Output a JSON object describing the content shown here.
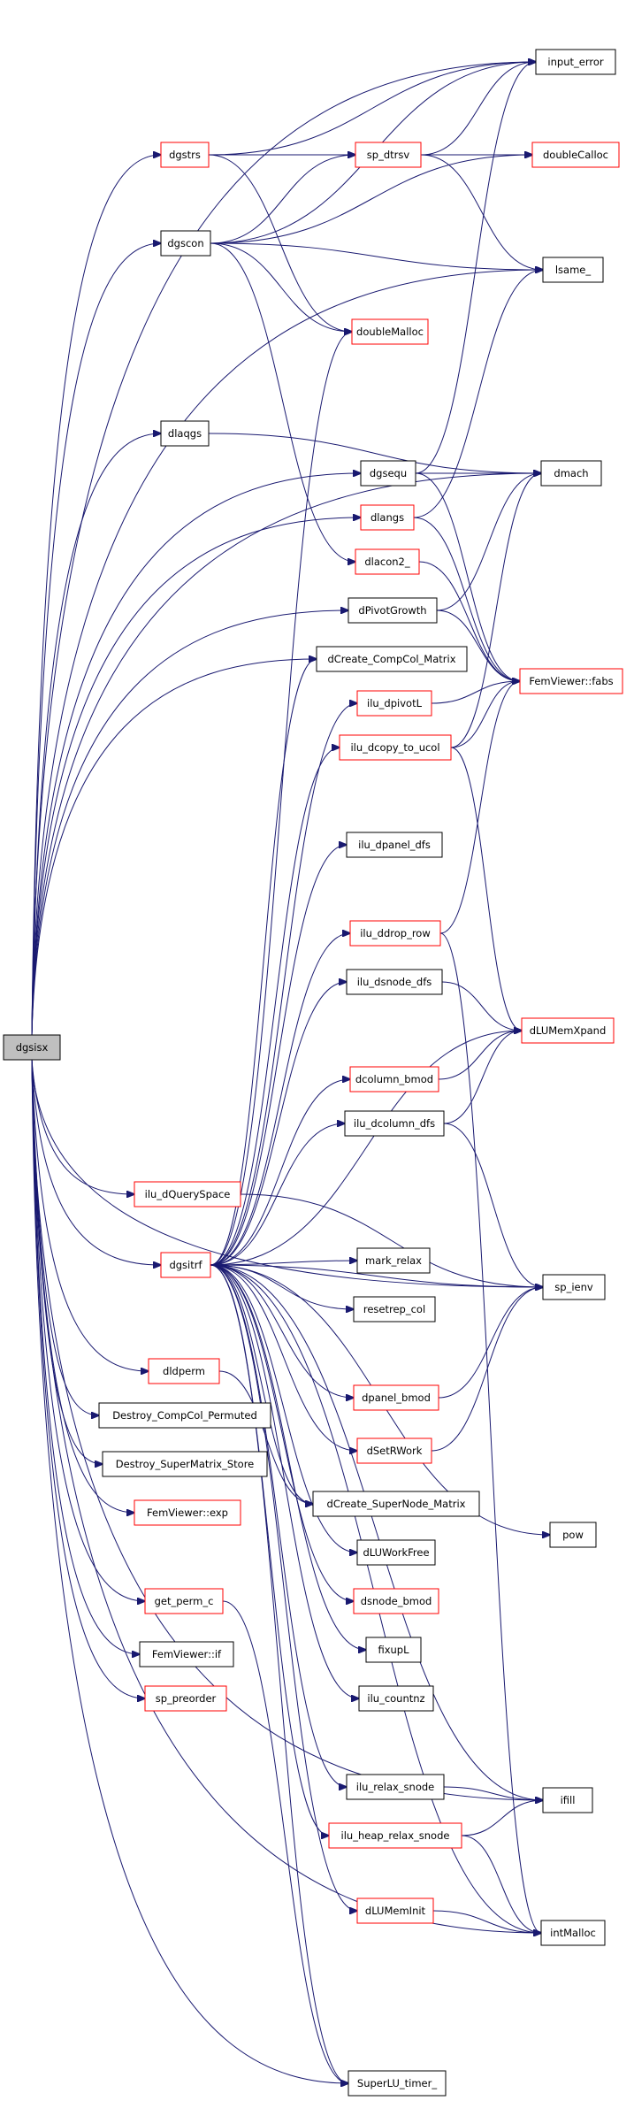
{
  "colors": {
    "edge": "#191970",
    "root_fill": "#bfbfbf",
    "node_fill": "#ffffff",
    "documented_border": "#000000",
    "linked_border": "#ff0000"
  },
  "nodes": [
    {
      "id": "dgsisx",
      "label": "dgsisx",
      "style": "root"
    },
    {
      "id": "input_error",
      "label": "input_error",
      "style": "black"
    },
    {
      "id": "dgstrs",
      "label": "dgstrs",
      "style": "red"
    },
    {
      "id": "sp_dtrsv",
      "label": "sp_dtrsv",
      "style": "red"
    },
    {
      "id": "doubleCalloc",
      "label": "doubleCalloc",
      "style": "red"
    },
    {
      "id": "dgscon",
      "label": "dgscon",
      "style": "black"
    },
    {
      "id": "lsame_",
      "label": "lsame_",
      "style": "black"
    },
    {
      "id": "doubleMalloc",
      "label": "doubleMalloc",
      "style": "red"
    },
    {
      "id": "dlaqgs",
      "label": "dlaqgs",
      "style": "black"
    },
    {
      "id": "dmach",
      "label": "dmach",
      "style": "black"
    },
    {
      "id": "dgsequ",
      "label": "dgsequ",
      "style": "black"
    },
    {
      "id": "dlangs",
      "label": "dlangs",
      "style": "red"
    },
    {
      "id": "dlacon2_",
      "label": "dlacon2_",
      "style": "red"
    },
    {
      "id": "dPivotGrowth",
      "label": "dPivotGrowth",
      "style": "black"
    },
    {
      "id": "FemViewer_fabs",
      "label": "FemViewer::fabs",
      "style": "red"
    },
    {
      "id": "dCreate_CompCol_Matrix",
      "label": "dCreate_CompCol_Matrix",
      "style": "black"
    },
    {
      "id": "ilu_dpivotL",
      "label": "ilu_dpivotL",
      "style": "red"
    },
    {
      "id": "ilu_dcopy_to_ucol",
      "label": "ilu_dcopy_to_ucol",
      "style": "red"
    },
    {
      "id": "ilu_dpanel_dfs",
      "label": "ilu_dpanel_dfs",
      "style": "black"
    },
    {
      "id": "ilu_ddrop_row",
      "label": "ilu_ddrop_row",
      "style": "red"
    },
    {
      "id": "ilu_dsnode_dfs",
      "label": "ilu_dsnode_dfs",
      "style": "black"
    },
    {
      "id": "dLUMemXpand",
      "label": "dLUMemXpand",
      "style": "red"
    },
    {
      "id": "dcolumn_bmod",
      "label": "dcolumn_bmod",
      "style": "red"
    },
    {
      "id": "ilu_dcolumn_dfs",
      "label": "ilu_dcolumn_dfs",
      "style": "black"
    },
    {
      "id": "ilu_dQuerySpace",
      "label": "ilu_dQuerySpace",
      "style": "red"
    },
    {
      "id": "dgsitrf",
      "label": "dgsitrf",
      "style": "red"
    },
    {
      "id": "mark_relax",
      "label": "mark_relax",
      "style": "black"
    },
    {
      "id": "sp_ienv",
      "label": "sp_ienv",
      "style": "black"
    },
    {
      "id": "resetrep_col",
      "label": "resetrep_col",
      "style": "black"
    },
    {
      "id": "dldperm",
      "label": "dldperm",
      "style": "red"
    },
    {
      "id": "dpanel_bmod",
      "label": "dpanel_bmod",
      "style": "red"
    },
    {
      "id": "Destroy_CompCol_Permuted",
      "label": "Destroy_CompCol_Permuted",
      "style": "black"
    },
    {
      "id": "dSetRWork",
      "label": "dSetRWork",
      "style": "red"
    },
    {
      "id": "Destroy_SuperMatrix_Store",
      "label": "Destroy_SuperMatrix_Store",
      "style": "black"
    },
    {
      "id": "dCreate_SuperNode_Matrix",
      "label": "dCreate_SuperNode_Matrix",
      "style": "black"
    },
    {
      "id": "FemViewer_exp",
      "label": "FemViewer::exp",
      "style": "red"
    },
    {
      "id": "pow",
      "label": "pow",
      "style": "black"
    },
    {
      "id": "dLUWorkFree",
      "label": "dLUWorkFree",
      "style": "black"
    },
    {
      "id": "dsnode_bmod",
      "label": "dsnode_bmod",
      "style": "red"
    },
    {
      "id": "get_perm_c",
      "label": "get_perm_c",
      "style": "red"
    },
    {
      "id": "fixupL",
      "label": "fixupL",
      "style": "black"
    },
    {
      "id": "FemViewer_if",
      "label": "FemViewer::if",
      "style": "black"
    },
    {
      "id": "ilu_countnz",
      "label": "ilu_countnz",
      "style": "black"
    },
    {
      "id": "sp_preorder",
      "label": "sp_preorder",
      "style": "red"
    },
    {
      "id": "ilu_relax_snode",
      "label": "ilu_relax_snode",
      "style": "black"
    },
    {
      "id": "ifill",
      "label": "ifill",
      "style": "black"
    },
    {
      "id": "ilu_heap_relax_snode",
      "label": "ilu_heap_relax_snode",
      "style": "red"
    },
    {
      "id": "dLUMemInit",
      "label": "dLUMemInit",
      "style": "red"
    },
    {
      "id": "intMalloc",
      "label": "intMalloc",
      "style": "black"
    },
    {
      "id": "SuperLU_timer_",
      "label": "SuperLU_timer_",
      "style": "black"
    }
  ],
  "edges": [
    [
      "dgsisx",
      "input_error"
    ],
    [
      "dgsisx",
      "dgstrs"
    ],
    [
      "dgsisx",
      "dgscon"
    ],
    [
      "dgsisx",
      "lsame_"
    ],
    [
      "dgsisx",
      "dlaqgs"
    ],
    [
      "dgsisx",
      "dmach"
    ],
    [
      "dgsisx",
      "dgsequ"
    ],
    [
      "dgsisx",
      "dlangs"
    ],
    [
      "dgsisx",
      "dPivotGrowth"
    ],
    [
      "dgsisx",
      "dCreate_CompCol_Matrix"
    ],
    [
      "dgsisx",
      "ilu_dQuerySpace"
    ],
    [
      "dgsisx",
      "dgsitrf"
    ],
    [
      "dgsisx",
      "sp_ienv"
    ],
    [
      "dgsisx",
      "dldperm"
    ],
    [
      "dgsisx",
      "Destroy_CompCol_Permuted"
    ],
    [
      "dgsisx",
      "Destroy_SuperMatrix_Store"
    ],
    [
      "dgsisx",
      "FemViewer_exp"
    ],
    [
      "dgsisx",
      "get_perm_c"
    ],
    [
      "dgsisx",
      "FemViewer_if"
    ],
    [
      "dgsisx",
      "sp_preorder"
    ],
    [
      "dgsisx",
      "SuperLU_timer_"
    ],
    [
      "dgsisx",
      "ifill"
    ],
    [
      "dgsisx",
      "intMalloc"
    ],
    [
      "dgstrs",
      "input_error"
    ],
    [
      "dgstrs",
      "sp_dtrsv"
    ],
    [
      "dgstrs",
      "doubleCalloc"
    ],
    [
      "dgstrs",
      "doubleMalloc"
    ],
    [
      "sp_dtrsv",
      "input_error"
    ],
    [
      "sp_dtrsv",
      "doubleCalloc"
    ],
    [
      "sp_dtrsv",
      "lsame_"
    ],
    [
      "dgscon",
      "input_error"
    ],
    [
      "dgscon",
      "sp_dtrsv"
    ],
    [
      "dgscon",
      "doubleCalloc"
    ],
    [
      "dgscon",
      "lsame_"
    ],
    [
      "dgscon",
      "dlacon2_"
    ],
    [
      "dgscon",
      "doubleMalloc"
    ],
    [
      "dlaqgs",
      "dmach"
    ],
    [
      "dgsequ",
      "input_error"
    ],
    [
      "dgsequ",
      "dmach"
    ],
    [
      "dgsequ",
      "FemViewer_fabs"
    ],
    [
      "dlangs",
      "lsame_"
    ],
    [
      "dlangs",
      "FemViewer_fabs"
    ],
    [
      "dlacon2_",
      "FemViewer_fabs"
    ],
    [
      "dPivotGrowth",
      "dmach"
    ],
    [
      "dPivotGrowth",
      "FemViewer_fabs"
    ],
    [
      "ilu_dpivotL",
      "FemViewer_fabs"
    ],
    [
      "ilu_dcopy_to_ucol",
      "FemViewer_fabs"
    ],
    [
      "ilu_dcopy_to_ucol",
      "dmach"
    ],
    [
      "ilu_dcopy_to_ucol",
      "dLUMemXpand"
    ],
    [
      "ilu_ddrop_row",
      "FemViewer_fabs"
    ],
    [
      "ilu_ddrop_row",
      "intMalloc"
    ],
    [
      "ilu_dsnode_dfs",
      "dLUMemXpand"
    ],
    [
      "dcolumn_bmod",
      "dLUMemXpand"
    ],
    [
      "ilu_dcolumn_dfs",
      "dLUMemXpand"
    ],
    [
      "ilu_dcolumn_dfs",
      "sp_ienv"
    ],
    [
      "ilu_dQuerySpace",
      "sp_ienv"
    ],
    [
      "dgsitrf",
      "doubleMalloc"
    ],
    [
      "dgsitrf",
      "dCreate_CompCol_Matrix"
    ],
    [
      "dgsitrf",
      "ilu_dpivotL"
    ],
    [
      "dgsitrf",
      "ilu_dcopy_to_ucol"
    ],
    [
      "dgsitrf",
      "ilu_dpanel_dfs"
    ],
    [
      "dgsitrf",
      "ilu_ddrop_row"
    ],
    [
      "dgsitrf",
      "ilu_dsnode_dfs"
    ],
    [
      "dgsitrf",
      "dcolumn_bmod"
    ],
    [
      "dgsitrf",
      "ilu_dcolumn_dfs"
    ],
    [
      "dgsitrf",
      "mark_relax"
    ],
    [
      "dgsitrf",
      "resetrep_col"
    ],
    [
      "dgsitrf",
      "sp_ienv"
    ],
    [
      "dgsitrf",
      "dpanel_bmod"
    ],
    [
      "dgsitrf",
      "dSetRWork"
    ],
    [
      "dgsitrf",
      "dCreate_SuperNode_Matrix"
    ],
    [
      "dgsitrf",
      "dLUWorkFree"
    ],
    [
      "dgsitrf",
      "dsnode_bmod"
    ],
    [
      "dgsitrf",
      "fixupL"
    ],
    [
      "dgsitrf",
      "ilu_countnz"
    ],
    [
      "dgsitrf",
      "ilu_relax_snode"
    ],
    [
      "dgsitrf",
      "ilu_heap_relax_snode"
    ],
    [
      "dgsitrf",
      "dLUMemInit"
    ],
    [
      "dgsitrf",
      "intMalloc"
    ],
    [
      "dgsitrf",
      "SuperLU_timer_"
    ],
    [
      "dgsitrf",
      "pow"
    ],
    [
      "dgsitrf",
      "ifill"
    ],
    [
      "dgsitrf",
      "dLUMemXpand"
    ],
    [
      "dldperm",
      "dCreate_SuperNode_Matrix"
    ],
    [
      "dpanel_bmod",
      "sp_ienv"
    ],
    [
      "dSetRWork",
      "sp_ienv"
    ],
    [
      "get_perm_c",
      "SuperLU_timer_"
    ],
    [
      "ilu_relax_snode",
      "ifill"
    ],
    [
      "ilu_heap_relax_snode",
      "ifill"
    ],
    [
      "ilu_heap_relax_snode",
      "intMalloc"
    ],
    [
      "dLUMemInit",
      "intMalloc"
    ]
  ]
}
